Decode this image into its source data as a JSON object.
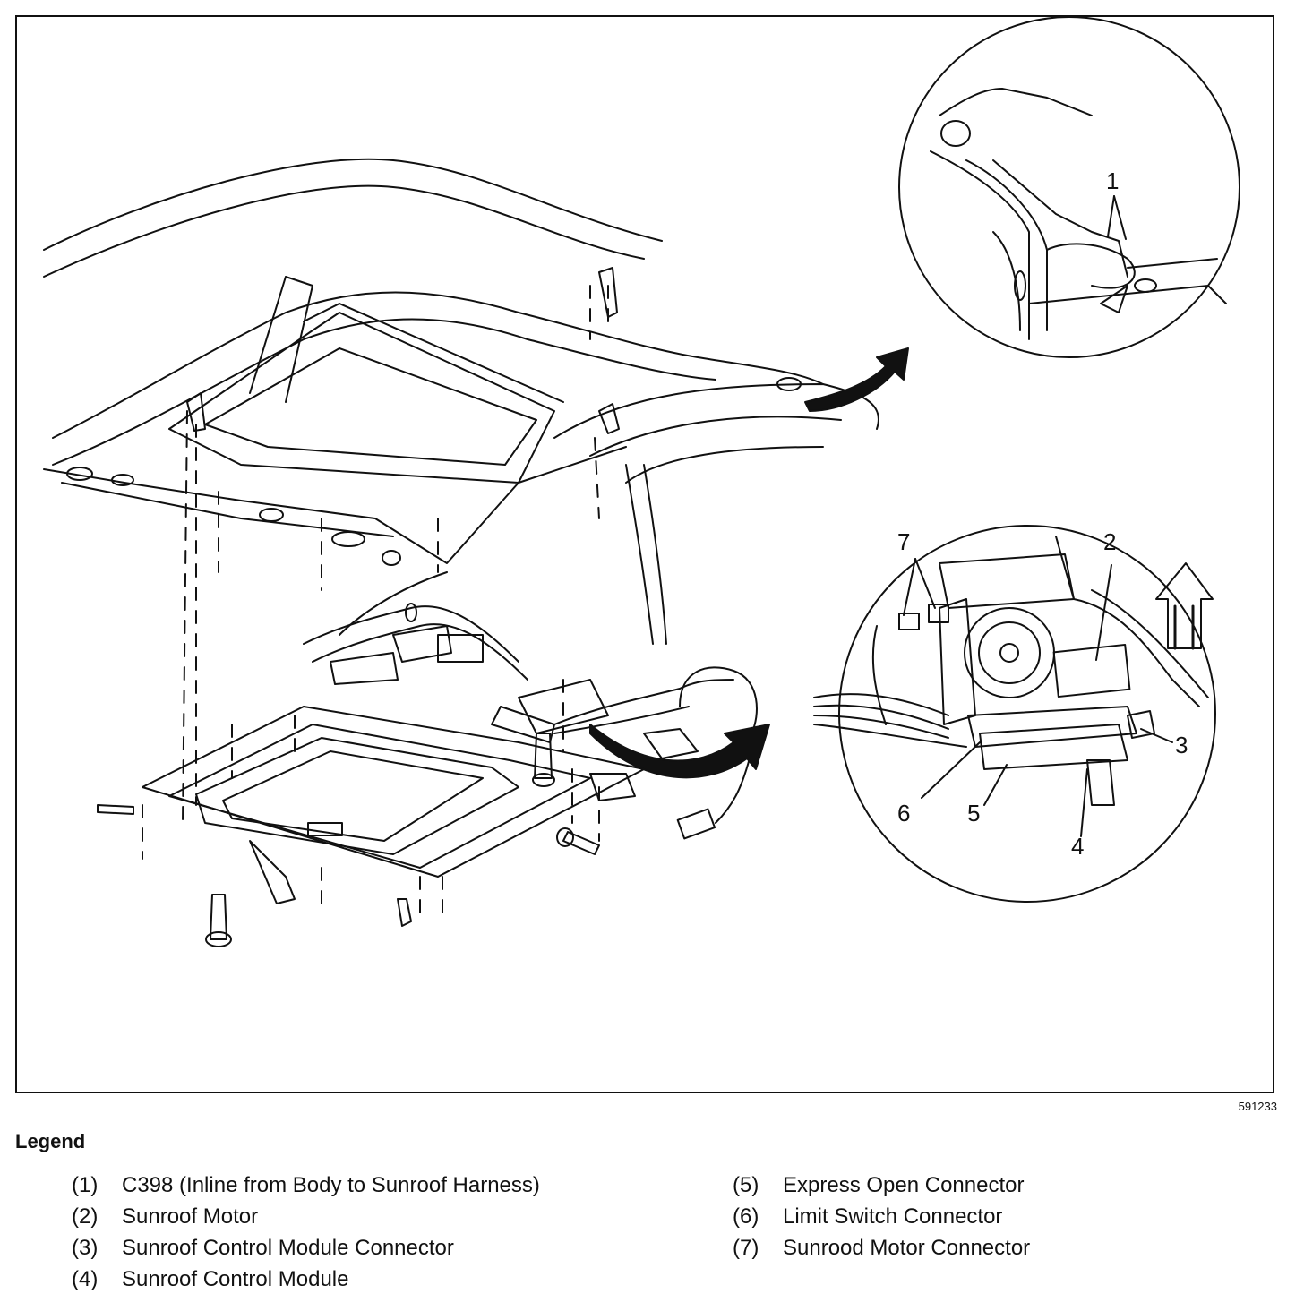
{
  "figure_id": "591233",
  "callouts": [
    "1",
    "2",
    "3",
    "4",
    "5",
    "6",
    "7"
  ],
  "legend": {
    "title": "Legend",
    "items": [
      {
        "num": "(1)",
        "text": "C398 (Inline from Body to Sunroof Harness)"
      },
      {
        "num": "(2)",
        "text": "Sunroof Motor"
      },
      {
        "num": "(3)",
        "text": "Sunroof Control Module Connector"
      },
      {
        "num": "(4)",
        "text": "Sunroof Control Module"
      },
      {
        "num": "(5)",
        "text": "Express Open Connector"
      },
      {
        "num": "(6)",
        "text": "Limit Switch Connector"
      },
      {
        "num": "(7)",
        "text": "Sunrood Motor Connector"
      }
    ]
  }
}
